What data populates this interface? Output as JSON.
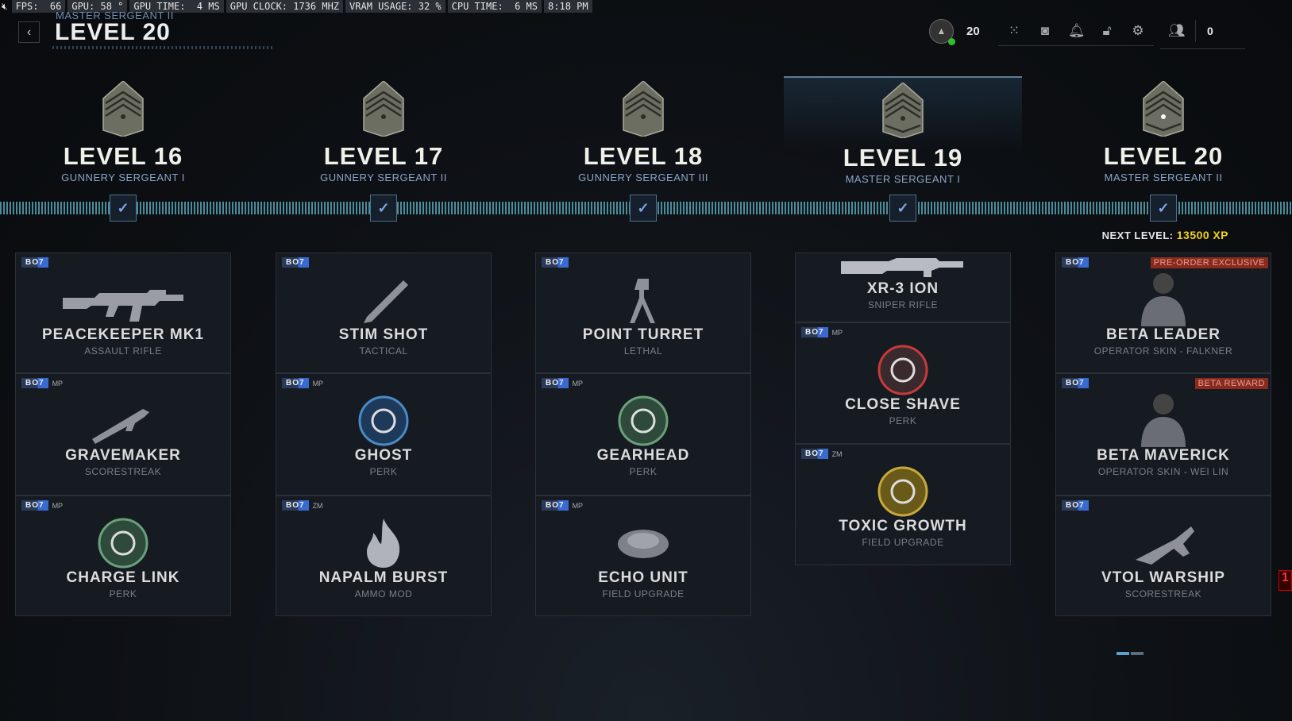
{
  "perf": {
    "fps": "FPS:  66",
    "gpu": "GPU: 58 °",
    "gpu_time": "GPU TIME:  4 MS",
    "gpu_clock": "GPU CLOCK: 1736 MHZ",
    "vram": "VRAM USAGE: 32 %",
    "cpu_time": "CPU TIME:  6 MS",
    "clock": "8:18 PM"
  },
  "header": {
    "rank": "MASTER SERGEANT II",
    "title": "LEVEL 20"
  },
  "topbar": {
    "player_level": "20",
    "friends_count": "0",
    "icons": [
      "apps-grid-icon",
      "headset-icon",
      "bell-icon",
      "unlock-icon",
      "gear-icon"
    ]
  },
  "next_level": {
    "label": "NEXT LEVEL:",
    "xp": "13500",
    "unit": "XP"
  },
  "levels": [
    {
      "title": "LEVEL 16",
      "rank": "GUNNERY SERGEANT I",
      "completed": true
    },
    {
      "title": "LEVEL 17",
      "rank": "GUNNERY SERGEANT II",
      "completed": true
    },
    {
      "title": "LEVEL 18",
      "rank": "GUNNERY SERGEANT III",
      "completed": true
    },
    {
      "title": "LEVEL 19",
      "rank": "MASTER SERGEANT I",
      "completed": true,
      "active": true
    },
    {
      "title": "LEVEL 20",
      "rank": "MASTER SERGEANT II",
      "completed": true
    }
  ],
  "rewards": [
    [
      {
        "name": "PEACEKEEPER MK1",
        "type": "ASSAULT RIFLE",
        "game": "BO7",
        "mode": "",
        "icon": "rifle"
      },
      {
        "name": "GRAVEMAKER",
        "type": "SCORESTREAK",
        "game": "BO7",
        "mode": "MP",
        "icon": "launcher"
      },
      {
        "name": "CHARGE LINK",
        "type": "PERK",
        "game": "BO7",
        "mode": "MP",
        "icon": "perk-green"
      }
    ],
    [
      {
        "name": "STIM SHOT",
        "type": "TACTICAL",
        "game": "BO7",
        "mode": "",
        "icon": "syringe"
      },
      {
        "name": "GHOST",
        "type": "PERK",
        "game": "BO7",
        "mode": "MP",
        "icon": "perk-blue"
      },
      {
        "name": "NAPALM BURST",
        "type": "AMMO MOD",
        "game": "BO7",
        "mode": "ZM",
        "icon": "flame"
      }
    ],
    [
      {
        "name": "POINT TURRET",
        "type": "LETHAL",
        "game": "BO7",
        "mode": "",
        "icon": "turret"
      },
      {
        "name": "GEARHEAD",
        "type": "PERK",
        "game": "BO7",
        "mode": "MP",
        "icon": "perk-green"
      },
      {
        "name": "ECHO UNIT",
        "type": "FIELD UPGRADE",
        "game": "BO7",
        "mode": "MP",
        "icon": "drone"
      }
    ],
    [
      {
        "name": "XR-3 ION",
        "type": "SNIPER RIFLE",
        "game": "",
        "mode": "",
        "icon": "sniper"
      },
      {
        "name": "CLOSE SHAVE",
        "type": "PERK",
        "game": "BO7",
        "mode": "MP",
        "icon": "perk-red"
      },
      {
        "name": "TOXIC GROWTH",
        "type": "FIELD UPGRADE",
        "game": "BO7",
        "mode": "ZM",
        "icon": "perk-gold"
      }
    ],
    [
      {
        "name": "BETA LEADER",
        "type": "OPERATOR SKIN - FALKNER",
        "game": "BO7",
        "mode": "",
        "flag": "PRE-ORDER EXCLUSIVE",
        "icon": "operator"
      },
      {
        "name": "BETA MAVERICK",
        "type": "OPERATOR SKIN - WEI LIN",
        "game": "BO7",
        "mode": "",
        "flag": "BETA REWARD",
        "icon": "operator"
      },
      {
        "name": "VTOL WARSHIP",
        "type": "SCORESTREAK",
        "game": "BO7",
        "mode": "",
        "icon": "vtol"
      }
    ]
  ],
  "colors": {
    "accent": "#8aa6c9",
    "xp": "#f2d11a",
    "track": "#5fb7c7"
  }
}
